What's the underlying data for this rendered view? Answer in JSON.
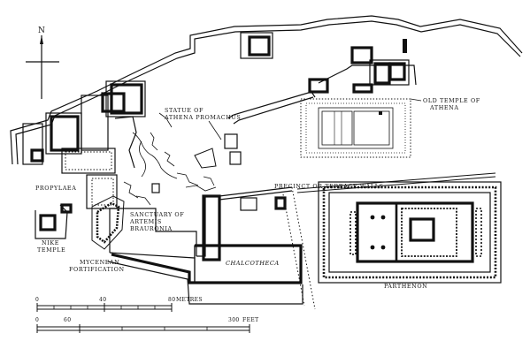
{
  "compass": {
    "north_label": "N"
  },
  "labels": {
    "statue": [
      "STATUE OF",
      "ATHENA PROMACHUS"
    ],
    "old_temple": [
      "OLD TEMPLE OF",
      "ATHENA"
    ],
    "propylaea": "PROPYLAEA",
    "precinct": "PRECINCT OR TERRACE WALLS",
    "sanctuary": [
      "SANCTUARY OF",
      "ARTEMIS",
      "BRAURONIA"
    ],
    "nike": [
      "NIKE",
      "TEMPLE"
    ],
    "mycenean": [
      "MYCENEAN",
      "FORTIFICATION"
    ],
    "chalcotheca": "CHALCOTHECA",
    "parthenon": "PARTHENON"
  },
  "scale_metres": {
    "ticks": [
      "0",
      "40",
      "80"
    ],
    "unit": "METRES"
  },
  "scale_feet": {
    "ticks": [
      "0",
      "60",
      "300"
    ],
    "unit": "FEET"
  }
}
